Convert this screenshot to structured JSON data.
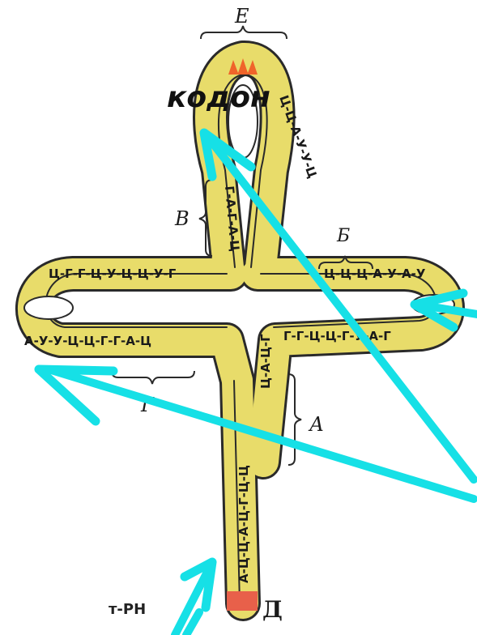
{
  "labels": {
    "codon": "кодон",
    "e": "Е",
    "b": "Б",
    "v": "В",
    "a": "А",
    "g": "Г",
    "d": "Д",
    "trna": "т-РН"
  },
  "arms": {
    "acceptor_stem": "А-Ц-Ц-А-Ц-Г-Ц-Ц",
    "anticodon_loop": "Ц-Ц-А-У-У-Ц",
    "left_arm_upper": "Ц-Г-Г-Ц-У-Ц-Ц-У-Г",
    "left_arm_lower": "А-У-У-Ц-Ц-Г-Г-А-Ц",
    "right_arm_upper": "Ц-Ц-Ц-А-У-А-У",
    "right_arm_lower": "Г-Г-Ц-Ц-Г-У-А-Г",
    "center_upper": "Г-А-Г-А-Ц",
    "center_lower": "Ц-А-Ц-Г"
  },
  "colors": {
    "strand_fill": "#e8dc6a",
    "strand_outline": "#2a2a2a",
    "arrow": "#16e0e6",
    "anticodon_mark": "#f0642a",
    "terminal_mark": "#e8604a"
  }
}
